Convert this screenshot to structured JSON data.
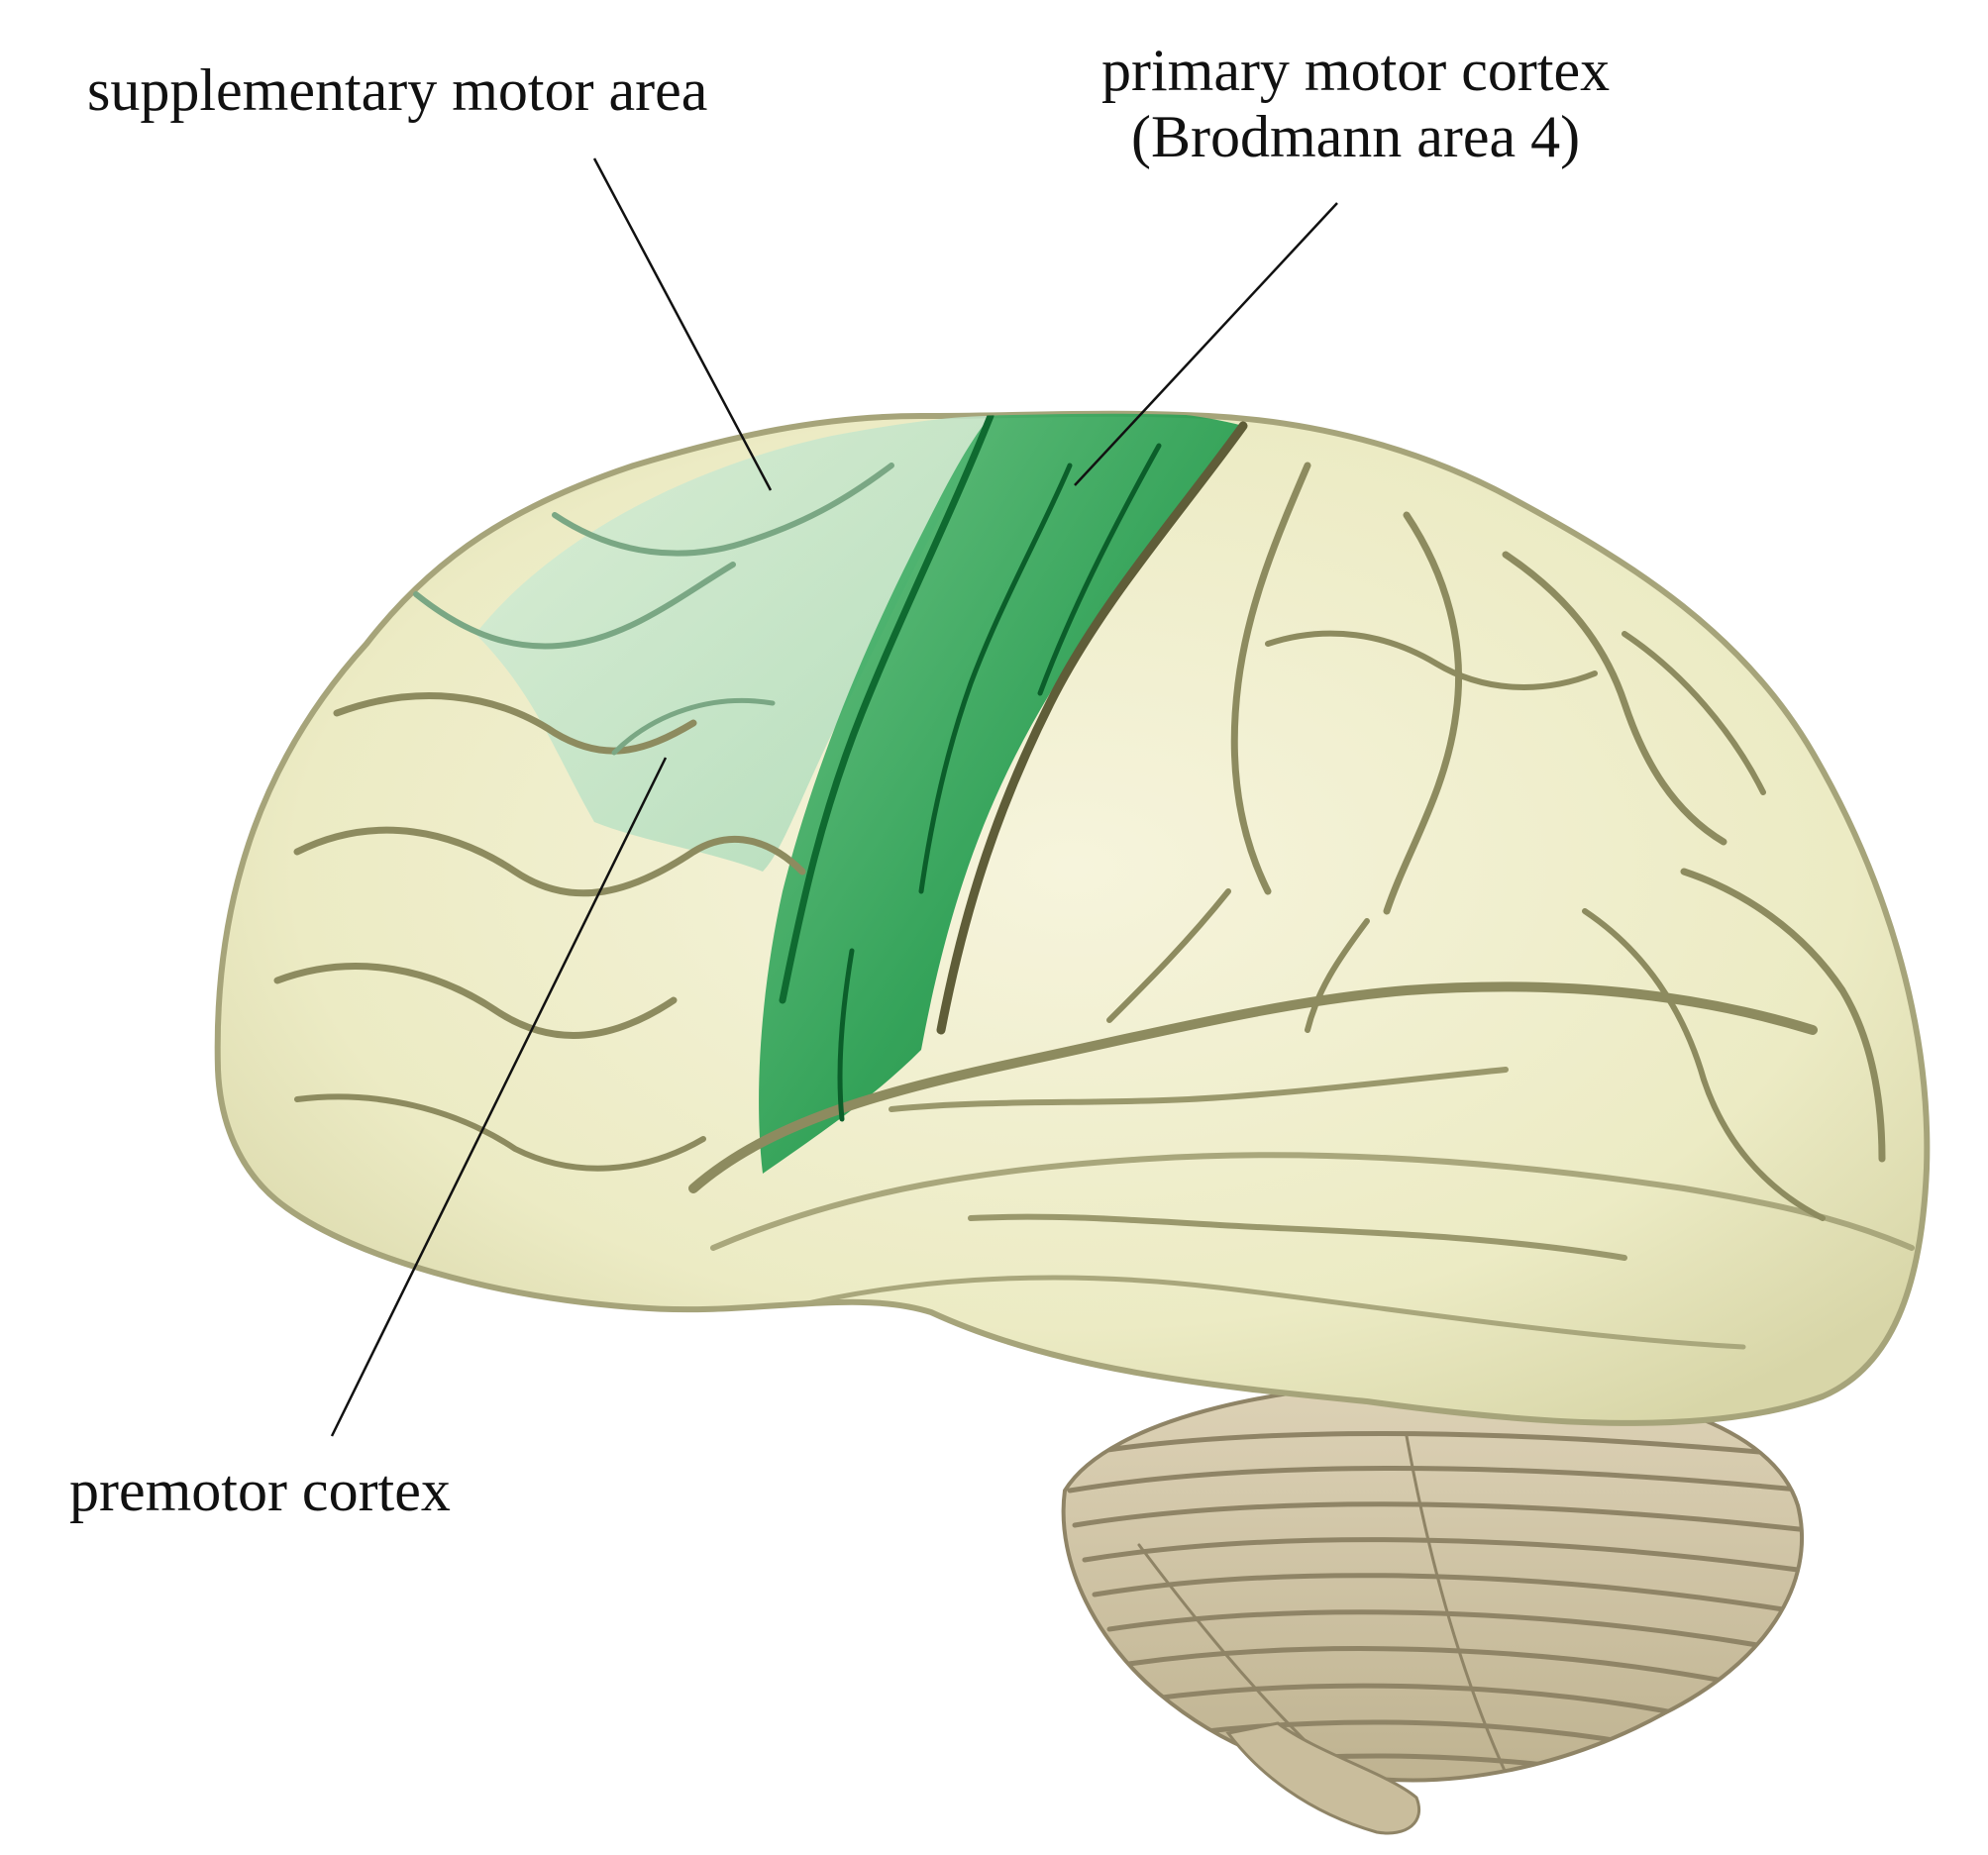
{
  "figure": {
    "labels": {
      "supplementary_motor_area": "supplementary motor area",
      "primary_motor_cortex": "primary motor cortex",
      "primary_motor_cortex_sub": "(Brodmann area 4)",
      "premotor_cortex": "premotor cortex"
    },
    "colors": {
      "cortex_base": "#ecebc4",
      "cortex_light": "#f6f4dc",
      "cortex_shadow": "#b7b58a",
      "sulcus_dark": "#6f6d48",
      "motor_highlight": "#1f9a4c",
      "motor_dark": "#0f7a37",
      "premotor_light": "#bfe3c8",
      "cerebellum_base": "#cfc3a5",
      "cerebellum_shadow": "#8f8466",
      "leader_line": "#111111"
    }
  }
}
